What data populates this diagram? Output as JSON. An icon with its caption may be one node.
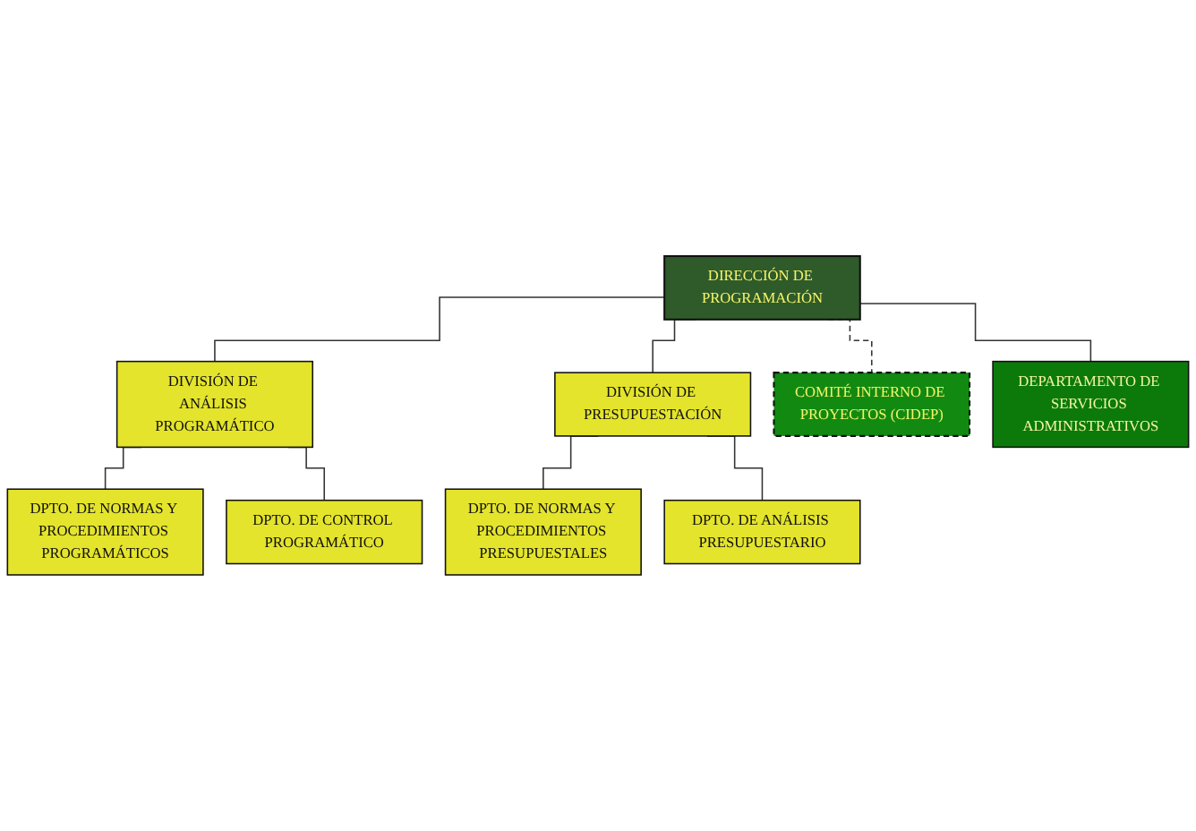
{
  "diagram": {
    "nodes": [
      {
        "text": [
          "DIRECCIÓN DE PROGRAMACIÓN"
        ]
      },
      {
        "text": [
          "COMITÉ INTERNO DE PROYECTOS (CIDEP)"
        ]
      },
      {
        "text": [
          "DIVISIÓN DE ANÁLISIS PROGRAMÁTICO"
        ]
      },
      {
        "text": [
          "DIVISIÓN DE PRESUPUESTACIÓN"
        ]
      },
      {
        "text": [
          "DPTO. DE NORMAS Y PROCEDIMIENTOS PROGRAMÁTICOS"
        ]
      },
      {
        "text": [
          "DPTO. DE NORMAS Y PROCEDIMIENTOS PRESUPUESTALES"
        ]
      },
      {
        "text": [
          "DEPARTAMENTO DE SERVICIOS ADMINISTRATIVOS"
        ]
      },
      {
        "text": [
          "DPTO. DE CONTROL PROGRAMÁTICO"
        ]
      },
      {
        "text": [
          "DPTO. DE ANÁLISIS PRESUPUESTARIO"
        ]
      }
    ],
    "edges": [
      {
        "from": 0,
        "to": 1,
        "arrow": "none",
        "style": "dashed"
      },
      {
        "from": 0,
        "to": 2,
        "arrow": "none"
      },
      {
        "from": 0,
        "to": 3,
        "arrow": "none"
      },
      {
        "from": 0,
        "to": 6,
        "arrow": "none"
      },
      {
        "from": 2,
        "to": 4,
        "arrow": "none"
      },
      {
        "from": 2,
        "to": 7,
        "arrow": "none"
      },
      {
        "from": 3,
        "to": 5,
        "arrow": "none"
      },
      {
        "from": 3,
        "to": 8,
        "arrow": "none"
      }
    ]
  }
}
